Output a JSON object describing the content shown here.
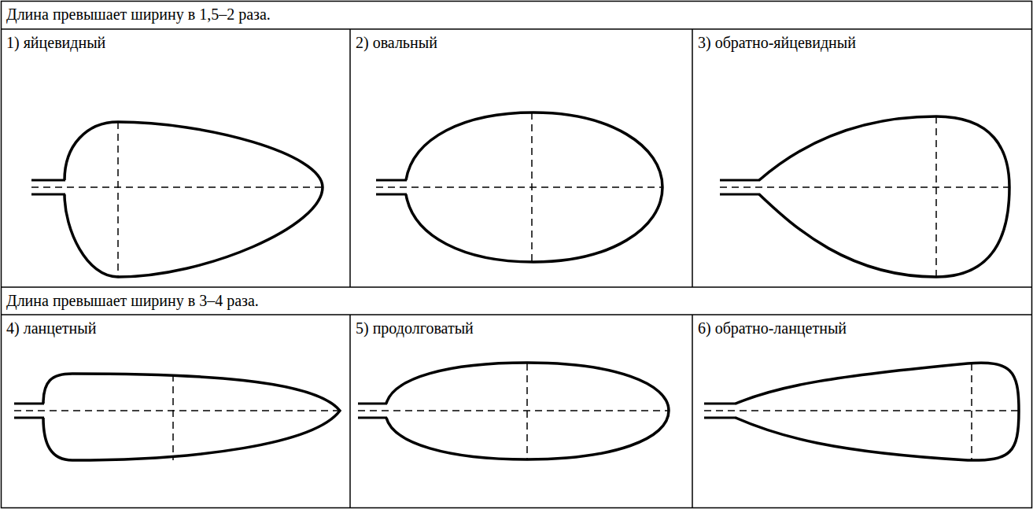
{
  "diagram": {
    "labels": [
      "Длина превышает ширину в 1,5–2 раза.",
      "1) яйцевидный",
      "2) овальный",
      "3) обратно-яйцевидный",
      "Длина превышает ширину в 3–4 раза.",
      "4) ланцетный",
      "5) продолговатый",
      "6) обратно-ланцетный"
    ]
  }
}
